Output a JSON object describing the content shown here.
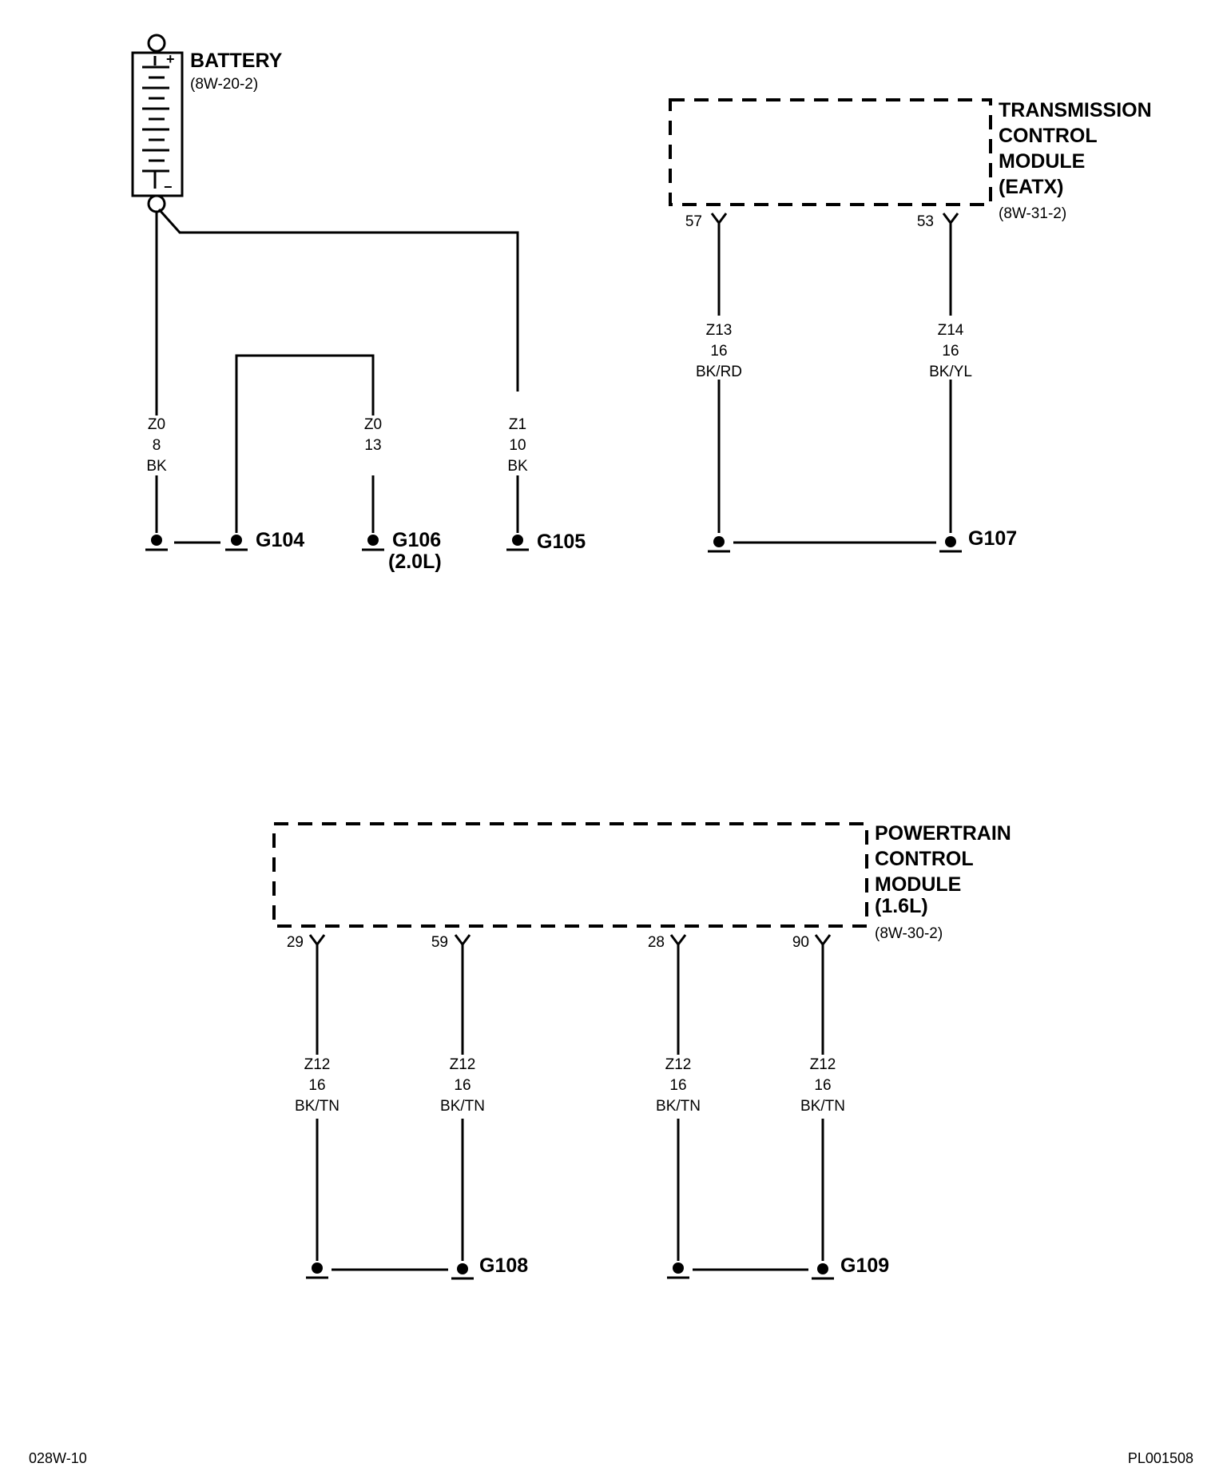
{
  "battery": {
    "name": "BATTERY",
    "ref": "(8W-20-2)",
    "plus": "+",
    "minus": "−"
  },
  "tcm": {
    "lines": [
      "TRANSMISSION",
      "CONTROL",
      "MODULE",
      "(EATX)"
    ],
    "ref": "(8W-31-2)",
    "pins": [
      "57",
      "53"
    ]
  },
  "pcm": {
    "lines": [
      "POWERTRAIN",
      "CONTROL",
      "MODULE",
      "(1.6L)"
    ],
    "ref": "(8W-30-2)",
    "pins": [
      "29",
      "59",
      "28",
      "90"
    ]
  },
  "wires": {
    "w1": [
      "Z0",
      "8",
      "BK"
    ],
    "w2": [
      "Z0",
      "13"
    ],
    "w3": [
      "Z1",
      "10",
      "BK"
    ],
    "w4": [
      "Z13",
      "16",
      "BK/RD"
    ],
    "w5": [
      "Z14",
      "16",
      "BK/YL"
    ],
    "w6": [
      "Z12",
      "16",
      "BK/TN"
    ],
    "w7": [
      "Z12",
      "16",
      "BK/TN"
    ],
    "w8": [
      "Z12",
      "16",
      "BK/TN"
    ],
    "w9": [
      "Z12",
      "16",
      "BK/TN"
    ]
  },
  "grounds": {
    "g104": "G104",
    "g106": "G106",
    "g106_sub": "(2.0L)",
    "g105": "G105",
    "g107": "G107",
    "g108": "G108",
    "g109": "G109"
  },
  "footer": {
    "left": "028W-10",
    "right": "PL001508"
  }
}
